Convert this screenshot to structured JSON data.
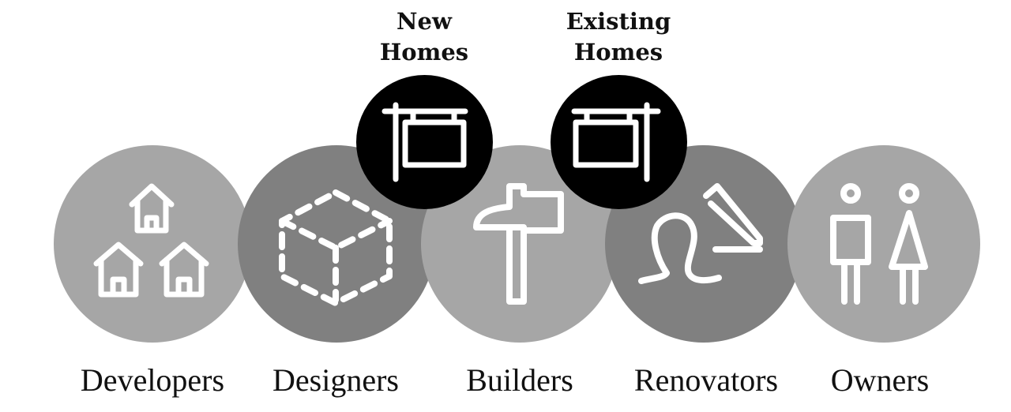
{
  "categories": [
    {
      "label": "Developers",
      "icon": "houses-icon",
      "color": "#a6a6a6"
    },
    {
      "label": "Designers",
      "icon": "dashed-cube-icon",
      "color": "#808080"
    },
    {
      "label": "Builders",
      "icon": "hammer-icon",
      "color": "#a6a6a6"
    },
    {
      "label": "Renovators",
      "icon": "signature-pencil-icon",
      "color": "#808080"
    },
    {
      "label": "Owners",
      "icon": "people-icon",
      "color": "#a6a6a6"
    }
  ],
  "markets": [
    {
      "line1": "New",
      "line2": "Homes",
      "icon": "hanging-sign-icon",
      "color": "#000000"
    },
    {
      "line1": "Existing",
      "line2": "Homes",
      "icon": "hanging-sign-icon",
      "color": "#000000"
    }
  ]
}
